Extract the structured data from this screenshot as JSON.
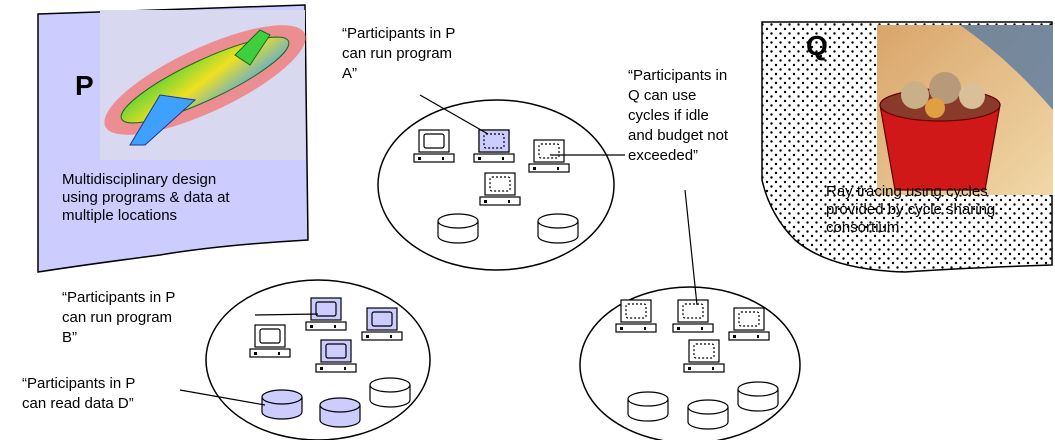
{
  "panel_p": {
    "letter": "P",
    "caption": [
      "Multidisciplinary design",
      "using programs & data at",
      "multiple locations"
    ]
  },
  "panel_q": {
    "letter": "Q",
    "caption": [
      "Ray tracing using cycles",
      "provided by cycle sharing",
      "consortium"
    ]
  },
  "notes": {
    "run_a": [
      "“Participants in P",
      "can run program",
      "A”"
    ],
    "use_cycles": [
      "“Participants in",
      "Q can use",
      "cycles if idle",
      "and budget not",
      "exceeded”"
    ],
    "run_b": [
      "“Participants in P",
      "can run program",
      "B”"
    ],
    "read_d": [
      "“Participants in P",
      "can read data D”"
    ]
  },
  "colors": {
    "p_fill": "#ccccff",
    "computer_p": "#ccccff",
    "computer_plain": "#ffffff",
    "outline": "#000000"
  }
}
